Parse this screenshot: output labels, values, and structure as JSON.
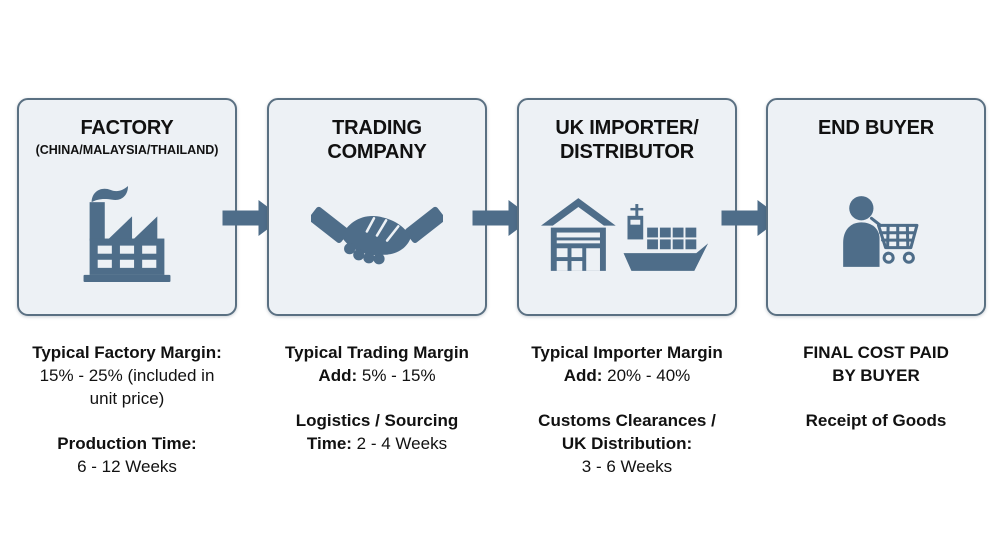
{
  "diagram": {
    "type": "supply-chain-flow",
    "direction": "left-to-right"
  },
  "colors": {
    "accent": "#4e6d89",
    "box_border": "#5a7082",
    "box_background": "#edf1f5",
    "text": "#111111",
    "page_background": "#ffffff"
  },
  "stages": [
    {
      "title": "FACTORY",
      "subtitle": "(CHINA/MALAYSIA/THAILAND)",
      "icon": "factory-icon",
      "notes": [
        {
          "label": "Typical Factory Margin:",
          "value": "\n15% - 25% (included in\nunit price)"
        },
        {
          "label": "Production Time:",
          "value": "\n6 - 12 Weeks"
        }
      ]
    },
    {
      "title": "TRADING\nCOMPANY",
      "subtitle": "",
      "icon": "handshake-icon",
      "notes": [
        {
          "label": "Typical Trading Margin\nAdd:",
          "value": " 5% - 15%"
        },
        {
          "label": "Logistics / Sourcing\nTime:",
          "value": " 2 - 4 Weeks"
        }
      ]
    },
    {
      "title": "UK IMPORTER/\nDISTRIBUTOR",
      "subtitle": "",
      "icon": "warehouse-ship-icon",
      "notes": [
        {
          "label": "Typical Importer Margin\nAdd:",
          "value": " 20% - 40%"
        },
        {
          "label": "Customs Clearances /\nUK Distribution:",
          "value": "\n3 - 6 Weeks"
        }
      ]
    },
    {
      "title": "END BUYER",
      "subtitle": "",
      "icon": "buyer-cart-icon",
      "notes": [
        {
          "label": "FINAL COST PAID\nBY BUYER",
          "value": ""
        },
        {
          "label": "Receipt of Goods",
          "value": ""
        }
      ]
    }
  ],
  "arrows": [
    {
      "icon": "arrow-right-icon"
    },
    {
      "icon": "arrow-right-icon"
    },
    {
      "icon": "arrow-right-icon"
    }
  ]
}
